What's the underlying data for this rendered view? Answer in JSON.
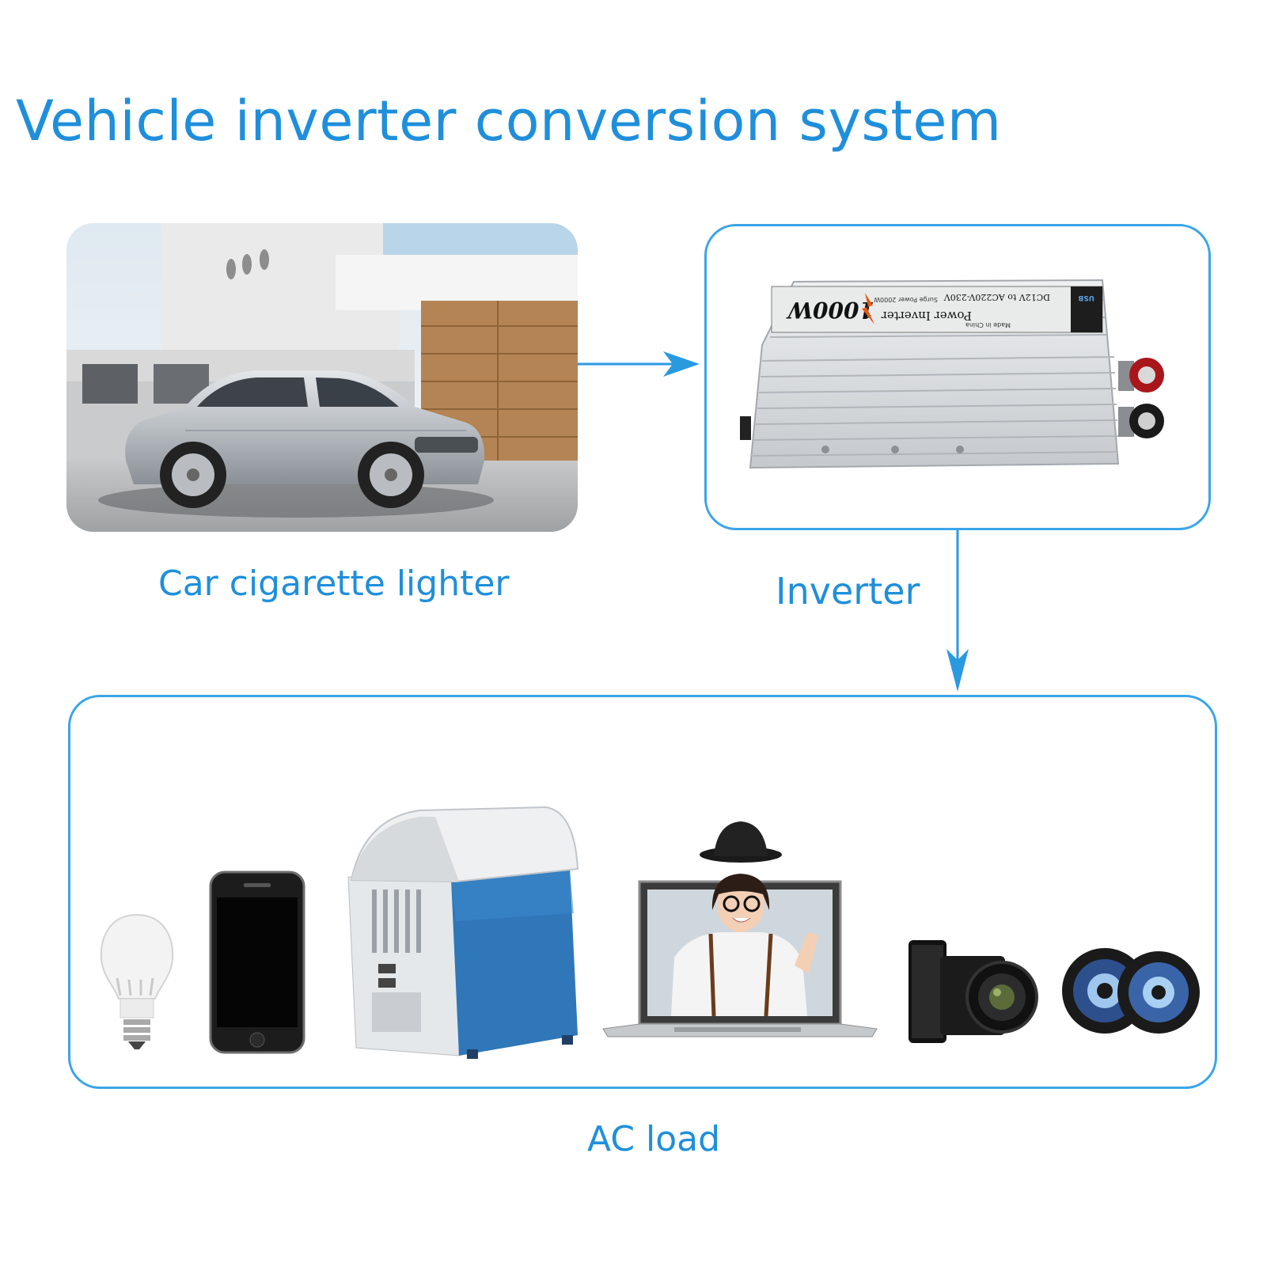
{
  "title": "Vehicle inverter conversion system",
  "source": {
    "caption": "Car cigarette lighter"
  },
  "inverter": {
    "caption": "Inverter",
    "label_power": "1000W",
    "label_name": "Power Inverter",
    "label_spec": "DC12V to AC220V-230V",
    "label_surge": "Surge Power 2000W",
    "label_origin": "Made in China",
    "label_usb": "USB"
  },
  "load": {
    "caption": "AC load"
  },
  "colors": {
    "accent": "#1f8fdb",
    "frame": "#3aa5e8"
  },
  "icons": [
    "light-bulb-icon",
    "smartphone-icon",
    "car-fridge-icon",
    "laptop-icon",
    "camera-icon",
    "speakers-icon"
  ]
}
